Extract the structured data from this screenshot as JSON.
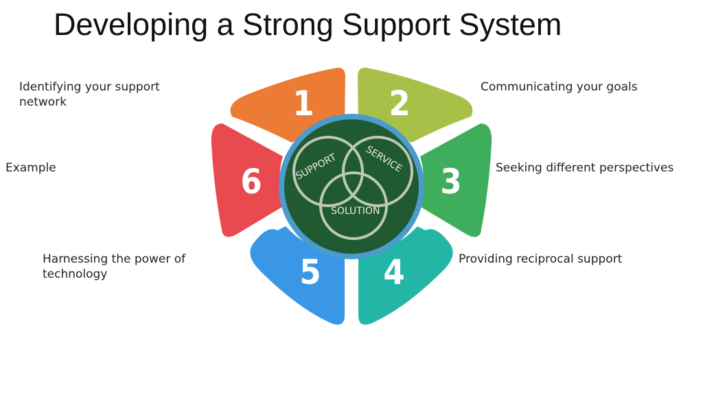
{
  "title": "Developing a Strong Support System",
  "steps": [
    {
      "number": "1",
      "label": "Identifying your support network",
      "color": "#ec7b35"
    },
    {
      "number": "2",
      "label": "Communicating your goals",
      "color": "#a8c048"
    },
    {
      "number": "3",
      "label": "Seeking different perspectives",
      "color": "#3fae5c"
    },
    {
      "number": "4",
      "label": "Providing reciprocal support",
      "color": "#23b6a6"
    },
    {
      "number": "5",
      "label": "Harnessing the power of technology",
      "color": "#3a97e6"
    },
    {
      "number": "6",
      "label": "Example",
      "color": "#e84a50"
    }
  ],
  "center": {
    "words": [
      "SUPPORT",
      "SERVICE",
      "SOLUTION"
    ]
  }
}
